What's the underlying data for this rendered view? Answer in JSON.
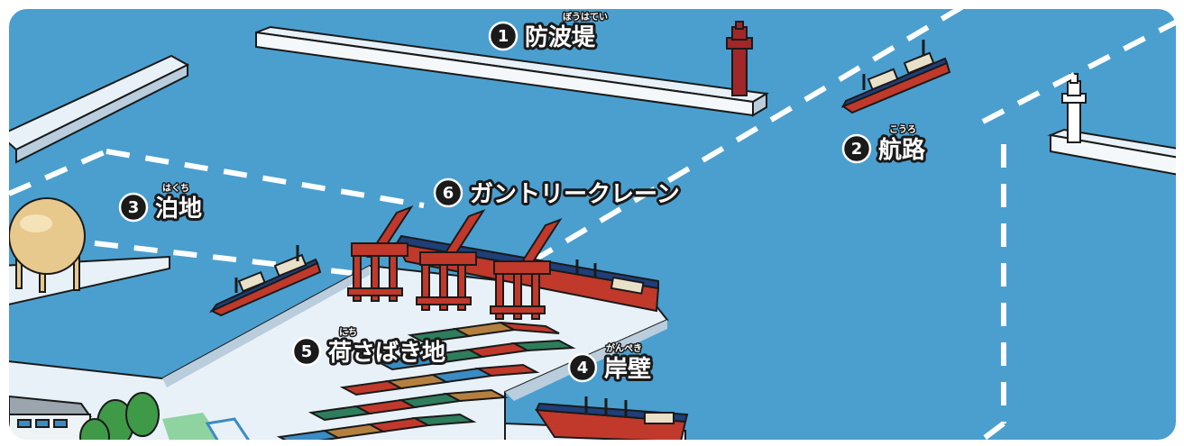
{
  "labels": [
    {
      "num": "1",
      "text": "防波堤",
      "ruby": "ぼうはてい"
    },
    {
      "num": "2",
      "text": "航路",
      "ruby": "こうろ"
    },
    {
      "num": "3",
      "text": "泊地",
      "ruby": "はくち"
    },
    {
      "num": "4",
      "text": "岸壁",
      "ruby": "がんぺき"
    },
    {
      "num": "5",
      "text": "荷さばき地",
      "ruby": "にち"
    },
    {
      "num": "6",
      "text": "ガントリークレーン",
      "ruby": ""
    }
  ],
  "colors": {
    "sea": "#4a9fcf",
    "land": "#e8f1f8",
    "ship_hull": "#c0392b",
    "ship_deck": "#1f3f78",
    "crane": "#c0392b",
    "lighthouse": "#a0282a",
    "outline": "#1a1a1a",
    "dash": "#ffffff"
  },
  "icons": [
    "breakwater",
    "lighthouse",
    "ship-icon",
    "gantry-crane-icon",
    "container-icon",
    "gas-tank-icon",
    "tree-icon",
    "warehouse-icon"
  ]
}
